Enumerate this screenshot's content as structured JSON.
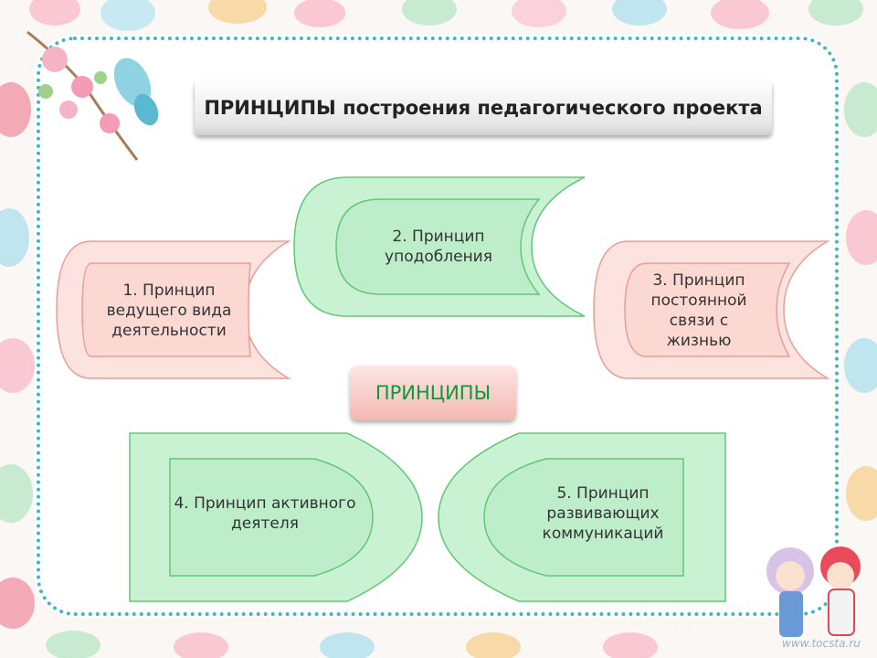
{
  "title": "ПРИНЦИПЫ построения педагогического проекта",
  "center_label": "ПРИНЦИПЫ",
  "principles": [
    {
      "text": "1. Принцип ведущего вида деятельности"
    },
    {
      "text": "2. Принцип уподобления"
    },
    {
      "text": "3. Принцип постоянной связи с жизнью"
    },
    {
      "text": "4. Принцип активного деятеля"
    },
    {
      "text": "5. Принцип развивающих коммуникаций"
    }
  ],
  "watermark": "www.tocsta.ru",
  "colors": {
    "frame_dots": "#3fb6c4",
    "green_fill": "#c9f2d2",
    "green_stroke": "#64c678",
    "pink_fill": "#fde3df",
    "pink_stroke": "#e79e98",
    "center_text": "#0a9a3a"
  }
}
